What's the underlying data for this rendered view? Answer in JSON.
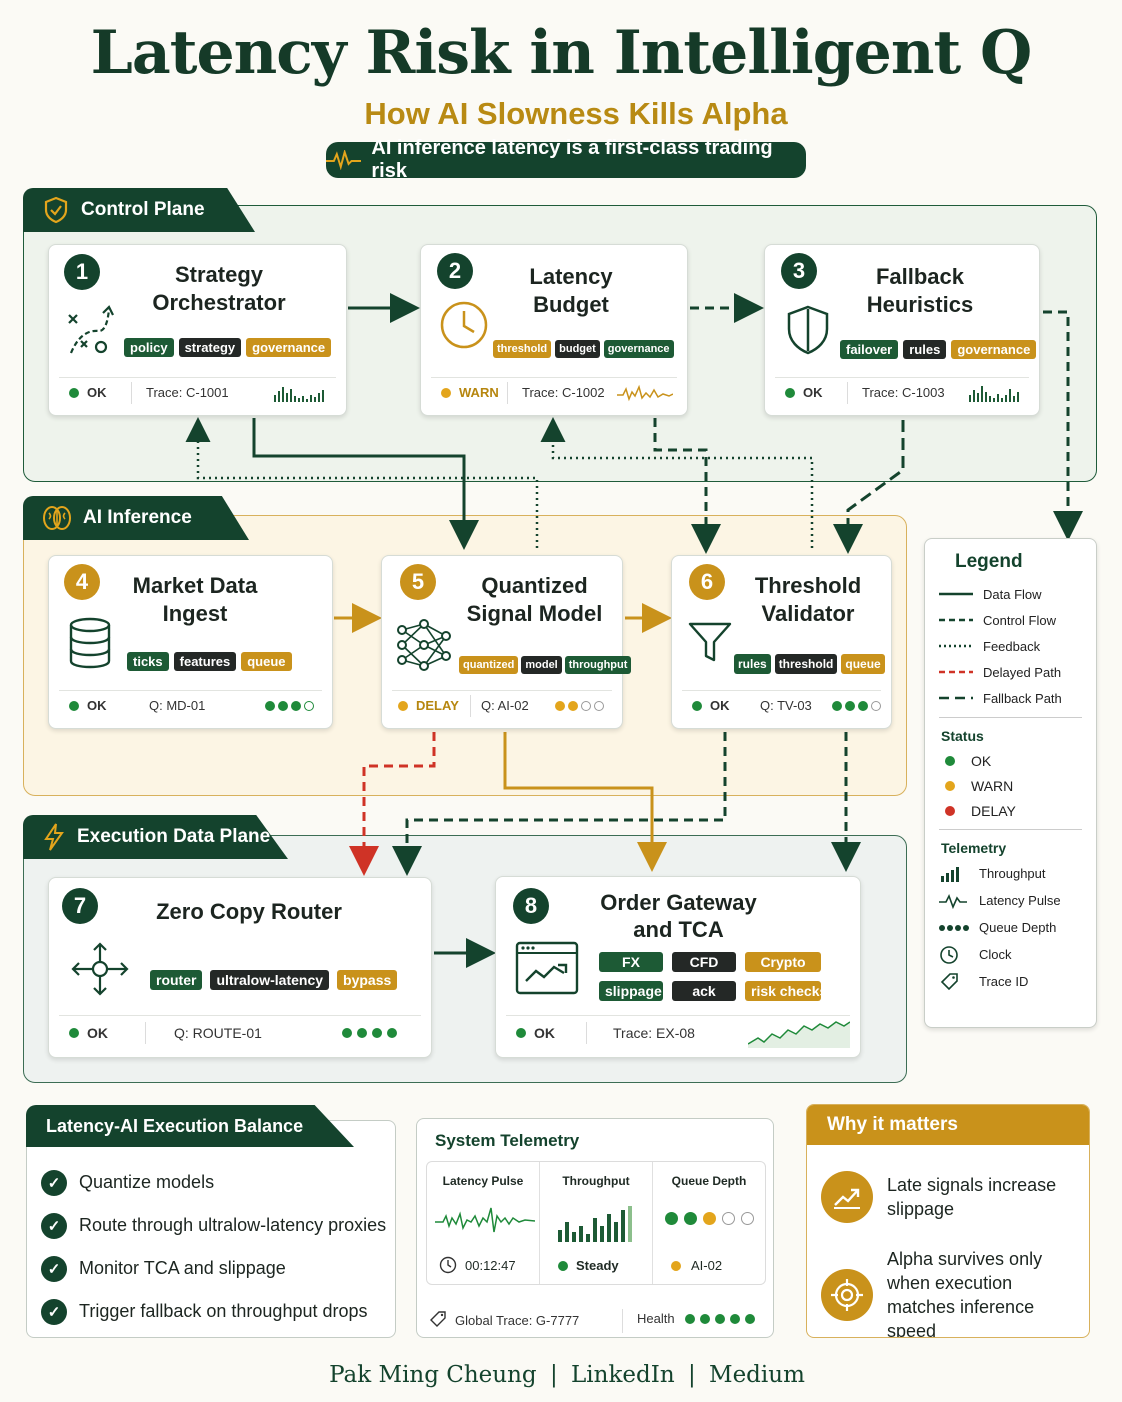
{
  "header": {
    "title": "Latency Risk in Intelligent Q",
    "subtitle": "How AI Slowness Kills Alpha",
    "banner": "AI inference latency is a first-class trading risk"
  },
  "regions": {
    "control": "Control Plane",
    "ai": "AI Inference",
    "exec": "Execution Data Plane"
  },
  "cards": [
    {
      "num": "1",
      "title": "Strategy\nOrchestrator",
      "tags": [
        "policy",
        "strategy",
        "governance"
      ],
      "status": "OK",
      "foot": "Trace: C-1001"
    },
    {
      "num": "2",
      "title": "Latency\nBudget",
      "tags": [
        "threshold",
        "budget",
        "governance"
      ],
      "status": "WARN",
      "foot": "Trace: C-1002"
    },
    {
      "num": "3",
      "title": "Fallback\nHeuristics",
      "tags": [
        "failover",
        "rules",
        "governance"
      ],
      "status": "OK",
      "foot": "Trace: C-1003"
    },
    {
      "num": "4",
      "title": "Market Data\nIngest",
      "tags": [
        "ticks",
        "features",
        "queue"
      ],
      "status": "OK",
      "foot": "Q: MD-01"
    },
    {
      "num": "5",
      "title": "Quantized\nSignal Model",
      "tags": [
        "quantized",
        "model",
        "throughput"
      ],
      "status": "DELAY",
      "foot": "Q: AI-02"
    },
    {
      "num": "6",
      "title": "Threshold\nValidator",
      "tags": [
        "rules",
        "threshold",
        "queue"
      ],
      "status": "OK",
      "foot": "Q: TV-03"
    },
    {
      "num": "7",
      "title": "Zero Copy Router",
      "tags": [
        "router",
        "ultralow-latency",
        "bypass"
      ],
      "status": "OK",
      "foot": "Q: ROUTE-01"
    },
    {
      "num": "8",
      "title": "Order Gateway\nand TCA",
      "tags": [
        "FX",
        "CFD",
        "Crypto",
        "slippage",
        "ack",
        "risk checks"
      ],
      "status": "OK",
      "foot": "Trace: EX-08"
    }
  ],
  "legend": {
    "title": "Legend",
    "flows": [
      "Data Flow",
      "Control Flow",
      "Feedback",
      "Delayed Path",
      "Fallback Path"
    ],
    "status_title": "Status",
    "statuses": [
      "OK",
      "WARN",
      "DELAY"
    ],
    "telemetry_title": "Telemetry",
    "telemetry": [
      "Throughput",
      "Latency Pulse",
      "Queue Depth",
      "Clock",
      "Trace ID"
    ]
  },
  "balance": {
    "title": "Latency-AI Execution Balance",
    "items": [
      "Quantize models",
      "Route through ultralow-latency proxies",
      "Monitor TCA and slippage",
      "Trigger fallback on throughput drops"
    ]
  },
  "telemetry": {
    "title": "System Telemetry",
    "cols": [
      {
        "label": "Latency Pulse",
        "value": "00:12:47"
      },
      {
        "label": "Throughput",
        "value": "Steady"
      },
      {
        "label": "Queue Depth",
        "value": "AI-02"
      }
    ],
    "global_trace": "Global Trace: G-7777",
    "health": "Health"
  },
  "why": {
    "title": "Why it matters",
    "items": [
      "Late signals increase slippage",
      "Alpha survives only when execution matches inference speed"
    ]
  },
  "footer": {
    "author": "Pak Ming Cheung",
    "sep": "|",
    "link1": "LinkedIn",
    "link2": "Medium"
  },
  "colors": {
    "green": "#14432d",
    "gold": "#c9921b",
    "ok": "#1f8a3a",
    "warn": "#e3a51c",
    "delay": "#cf3326"
  }
}
